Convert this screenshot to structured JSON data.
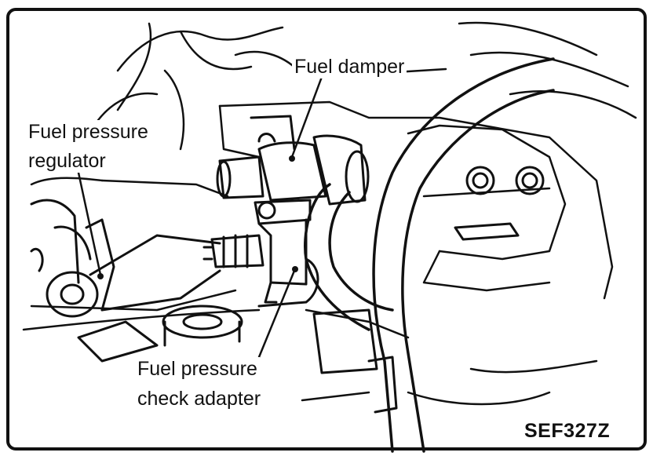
{
  "labels": {
    "fuel_damper": "Fuel damper",
    "regulator_line1": "Fuel pressure",
    "regulator_line2": "regulator",
    "adapter_line1": "Fuel pressure",
    "adapter_line2": "check adapter"
  },
  "figure_code": "SEF327Z",
  "colors": {
    "ink": "#111111",
    "paper": "#ffffff"
  }
}
